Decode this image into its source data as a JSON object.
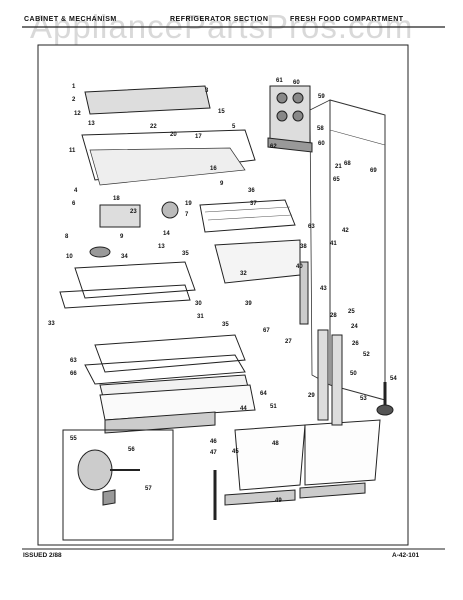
{
  "header": {
    "left": "CABINET & MECHANISM",
    "mid": "REFRIGERATOR SECTION",
    "right": "FRESH FOOD COMPARTMENT"
  },
  "watermark": "AppliancePartsPros.com",
  "footer": {
    "issued": "ISSUED 2/88",
    "partno": "A-42-101"
  },
  "callouts": [
    "1",
    "2",
    "3",
    "4",
    "5",
    "6",
    "7",
    "8",
    "9",
    "10",
    "11",
    "12",
    "13",
    "14",
    "15",
    "16",
    "17",
    "18",
    "19",
    "20",
    "21",
    "22",
    "23",
    "24",
    "25",
    "26",
    "27",
    "28",
    "29",
    "30",
    "31",
    "32",
    "33",
    "34",
    "35",
    "36",
    "37",
    "38",
    "39",
    "40",
    "41",
    "42",
    "43",
    "44",
    "45",
    "46",
    "47",
    "48",
    "49",
    "50",
    "51",
    "52",
    "53",
    "54",
    "55",
    "56",
    "57",
    "58",
    "59",
    "60",
    "61",
    "62",
    "63",
    "64",
    "65",
    "66",
    "67",
    "68",
    "69"
  ]
}
